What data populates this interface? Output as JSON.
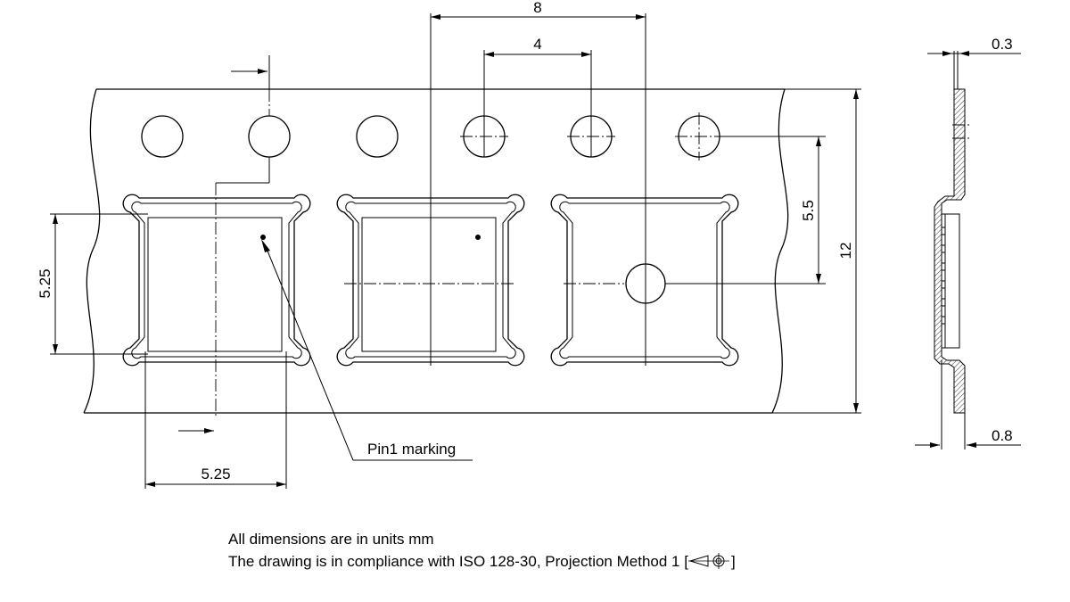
{
  "dimensions": {
    "pitch_8": "8",
    "pitch_4": "4",
    "sprocket_offset_5_5": "5.5",
    "tape_width_12": "12",
    "cavity_height_5_25": "5.25",
    "cavity_width_5_25": "5.25",
    "cover_thickness_0_3": "0.3",
    "carrier_thickness_0_8": "0.8"
  },
  "callout": {
    "pin1_label": "Pin1 marking"
  },
  "notes": {
    "line1": "All dimensions are in units mm",
    "line2_prefix": "The drawing is in compliance with ISO 128-30, Projection Method 1 [",
    "line2_suffix": "]"
  }
}
